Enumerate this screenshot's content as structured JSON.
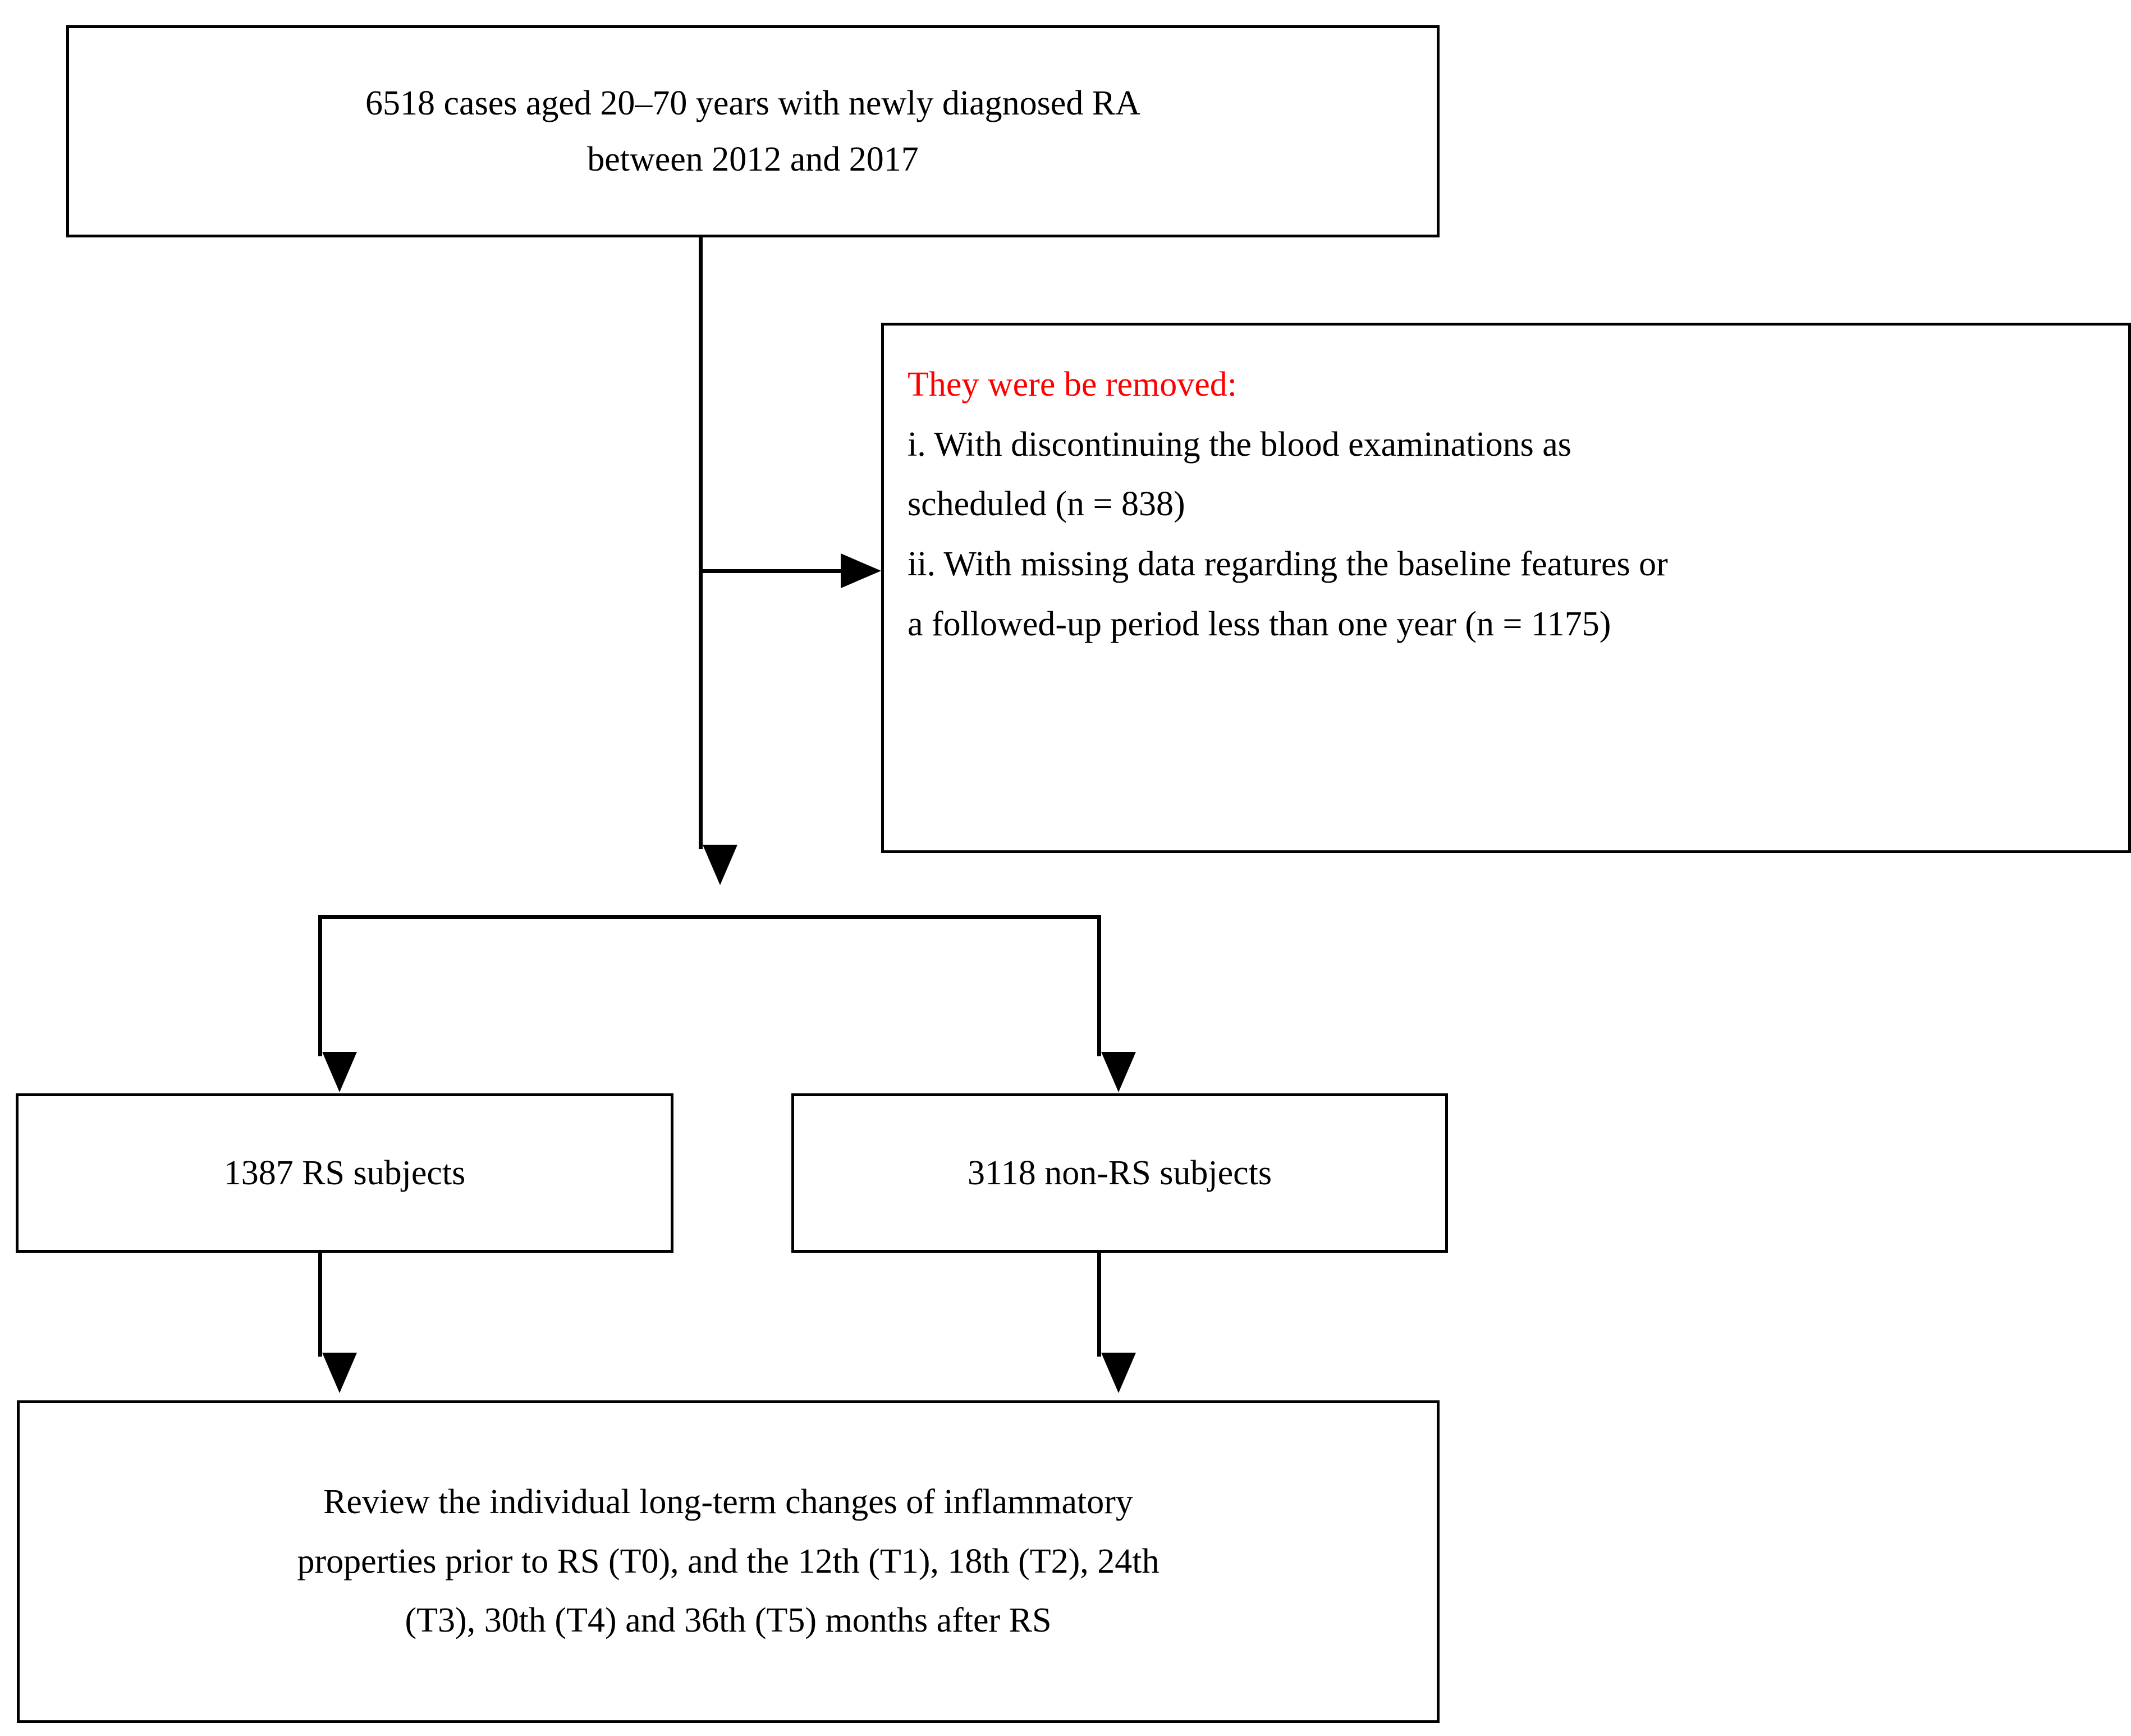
{
  "diagram": {
    "title": "RA cohort selection flowchart",
    "accent_red": "#ff0000",
    "line_color": "#000000",
    "background": "#ffffff"
  },
  "nodes": {
    "source_cohort": {
      "lines": [
        "6518 cases aged 20–70 years with newly diagnosed RA",
        "between 2012 and 2017"
      ]
    },
    "excluded": {
      "heading": "They were be removed:",
      "lines": [
        "i. With discontinuing the blood examinations as",
        "scheduled (n = 838)",
        "ii. With missing data regarding the baseline features or",
        "a followed-up period less than one year (n = 1175)"
      ],
      "criteria": [
        {
          "marker": "i.",
          "text": "With discontinuing the blood examinations as scheduled (n = 838)",
          "n": 838
        },
        {
          "marker": "ii.",
          "text": "With missing data regarding the baseline features or a followed-up period less than one year (n = 1175)",
          "n": 1175
        }
      ]
    },
    "rs_group": {
      "label": "1387 RS subjects",
      "count": 1387
    },
    "non_rs_group": {
      "label": "3118 non-RS subjects",
      "count": 3118
    },
    "review": {
      "lines": [
        "Review the individual long-term changes of inflammatory",
        "properties prior to RS (T0), and the 12th (T1), 18th (T2), 24th",
        "(T3), 30th (T4) and 36th (T5) months after RS"
      ],
      "timepoints": [
        {
          "code": "T0",
          "when": "prior to RS"
        },
        {
          "code": "T1",
          "when": "12th month after RS"
        },
        {
          "code": "T2",
          "when": "18th month after RS"
        },
        {
          "code": "T3",
          "when": "24th month after RS"
        },
        {
          "code": "T4",
          "when": "30th month after RS"
        },
        {
          "code": "T5",
          "when": "36th month after RS"
        }
      ]
    }
  }
}
